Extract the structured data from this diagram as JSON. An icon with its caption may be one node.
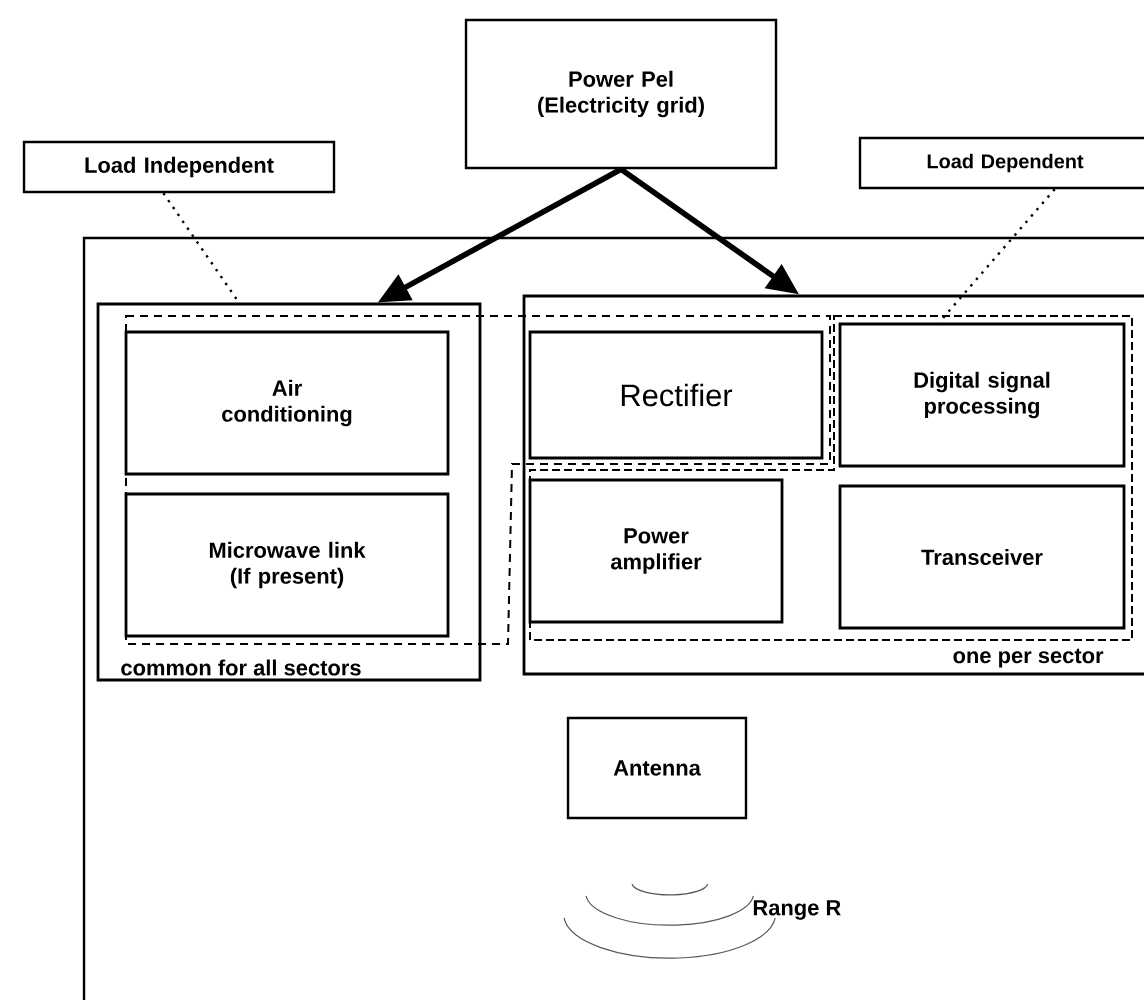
{
  "diagram": {
    "nodes": [
      {
        "text": [
          "Power Pel (Electricity grid)"
        ]
      },
      {
        "text": [
          "Load Independent"
        ]
      },
      {
        "text": [
          "Load Dependent"
        ]
      },
      {
        "text": [
          "common for all sectors"
        ]
      },
      {
        "text": [
          "Air conditioning"
        ],
        "in": 3
      },
      {
        "text": [
          "Microwave link (If present)"
        ],
        "in": 3
      },
      {
        "text": [
          "one per sector"
        ]
      },
      {
        "text": [
          "Rectifier"
        ],
        "in": 6
      },
      {
        "text": [
          "Digital signal processing"
        ],
        "in": 6
      },
      {
        "text": [
          "Power amplifier"
        ],
        "in": 6
      },
      {
        "text": [
          "Transceiver"
        ],
        "in": 6
      },
      {
        "text": [
          "Antenna"
        ]
      }
    ],
    "edges": [
      {
        "from": 0,
        "to": 3,
        "arrow": "to",
        "style": "thick"
      },
      {
        "from": 0,
        "to": 6,
        "arrow": "to",
        "style": "thick"
      },
      {
        "from": 1,
        "to": 3,
        "arrow": "none",
        "style": "dashed"
      },
      {
        "from": 2,
        "to": 8,
        "arrow": "none",
        "style": "dashed"
      }
    ],
    "labels": [
      "Range R"
    ]
  }
}
